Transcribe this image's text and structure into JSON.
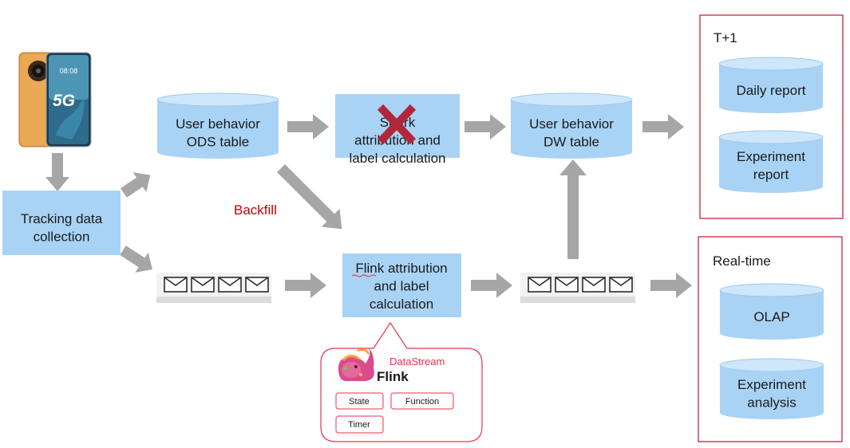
{
  "nodes": {
    "tracking": "Tracking data\ncollection",
    "ods": "User behavior\nODS table",
    "spark": "Spark\nattribution and\nlabel calculation",
    "dw": "User behavior\nDW table",
    "flink_calc": "Flink attribution\nand label\ncalculation"
  },
  "annotations": {
    "backfill": "Backfill"
  },
  "phone": {
    "time": "08:08",
    "badge": "5G"
  },
  "panels": {
    "t1": {
      "title": "T+1",
      "items": [
        "Daily report",
        "Experiment\nreport"
      ]
    },
    "realtime": {
      "title": "Real-time",
      "items": [
        "OLAP",
        "Experiment\nanalysis"
      ]
    }
  },
  "flink_callout": {
    "datastream": "DataStream",
    "logo_text": "Flink",
    "chips": [
      "State",
      "Function",
      "Timer"
    ]
  },
  "colors": {
    "box_fill": "#a9d3f5",
    "cyl_fill": "#a9d3f5",
    "cyl_top": "#cfe7fb",
    "arrow": "#a6a6a6",
    "panel_border": "#c0102e",
    "backfill": "#c00000",
    "callout_border": "#e8334a",
    "datastream": "#e8334a",
    "cross": "#b3263a"
  }
}
